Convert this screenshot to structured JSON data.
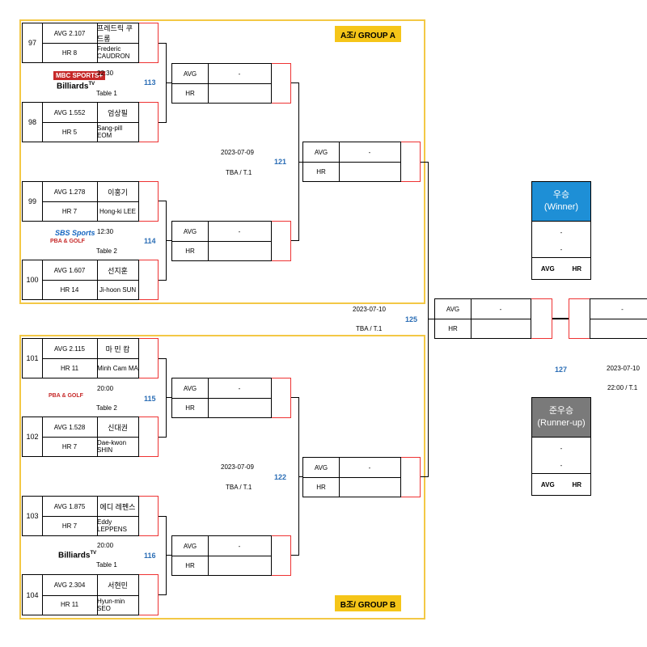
{
  "groups": {
    "a_label": "A조/ GROUP A",
    "b_label": "B조/ GROUP B"
  },
  "players": [
    {
      "num": "97",
      "avg": "AVG 2.107",
      "hr": "HR 8",
      "kname": "프레드릭 쿠드롱",
      "ename": "Frederic CAUDRON"
    },
    {
      "num": "98",
      "avg": "AVG 1.552",
      "hr": "HR 5",
      "kname": "엄상필",
      "ename": "Sang-pill EOM"
    },
    {
      "num": "99",
      "avg": "AVG 1.278",
      "hr": "HR 7",
      "kname": "이홍기",
      "ename": "Hong-ki LEE"
    },
    {
      "num": "100",
      "avg": "AVG 1.607",
      "hr": "HR 14",
      "kname": "선지훈",
      "ename": "Ji-hoon SUN"
    },
    {
      "num": "101",
      "avg": "AVG 2.115",
      "hr": "HR 11",
      "kname": "마 민 캄",
      "ename": "Minh Cam MA"
    },
    {
      "num": "102",
      "avg": "AVG 1.528",
      "hr": "HR 7",
      "kname": "신대권",
      "ename": "Dae-kwon SHIN"
    },
    {
      "num": "103",
      "avg": "AVG 1.875",
      "hr": "HR 7",
      "kname": "에디 레펜스",
      "ename": "Eddy LEPPENS"
    },
    {
      "num": "104",
      "avg": "AVG 2.304",
      "hr": "HR 11",
      "kname": "서현민",
      "ename": "Hyun-min SEO"
    }
  ],
  "match_box": {
    "avg_label": "AVG",
    "hr_label": "HR",
    "placeholder": "-"
  },
  "matches": {
    "m113": {
      "id": "113",
      "time": "22:30",
      "table": "Table 1"
    },
    "m114": {
      "id": "114",
      "time": "12:30",
      "table": "Table 2"
    },
    "m115": {
      "id": "115",
      "time": "20:00",
      "table": "Table 2"
    },
    "m116": {
      "id": "116",
      "time": "20:00",
      "table": "Table 1"
    },
    "m121": {
      "id": "121",
      "date": "2023-07-09",
      "venue": "TBA / T.1"
    },
    "m122": {
      "id": "122",
      "date": "2023-07-09",
      "venue": "TBA / T.1"
    },
    "m125": {
      "id": "125",
      "date": "2023-07-10",
      "venue": "TBA / T.1"
    },
    "m127": {
      "id": "127",
      "date": "2023-07-10",
      "time": "22:00 / T.1"
    }
  },
  "winner": {
    "title_ko": "우승",
    "title_en": "(Winner)",
    "value1": "-",
    "value2": "-",
    "avg": "AVG",
    "hr": "HR",
    "color": "#1e8fd6"
  },
  "runner_up": {
    "title_ko": "준우승",
    "title_en": "(Runner-up)",
    "value1": "-",
    "value2": "-",
    "avg": "AVG",
    "hr": "HR",
    "color": "#7a7a7a"
  },
  "logos": {
    "mbc_sports": "MBC SPORTS+",
    "billiards_tv": "Billiards",
    "tv_suffix": "TV",
    "sbs_sports": "SBS Sports",
    "pba_golf": "PBA & GOLF"
  },
  "colors": {
    "group_border": "#f3c845",
    "group_label_bg": "#f5c518",
    "match_id": "#2a6db5",
    "bracket_red": "#e33333"
  }
}
